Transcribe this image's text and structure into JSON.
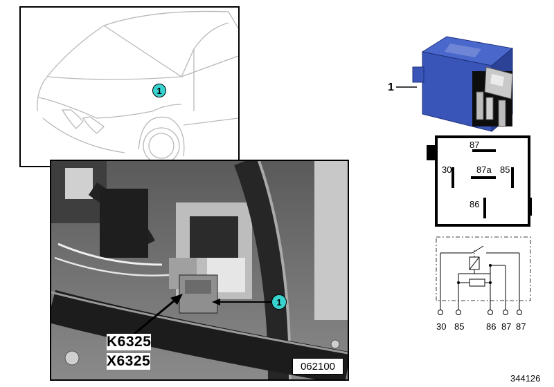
{
  "callouts": {
    "car_callout": "1",
    "photo_callout": "1",
    "part_callout": "1"
  },
  "photo": {
    "labels": [
      "K6325",
      "X6325"
    ],
    "code": "062100"
  },
  "relay_pinout": {
    "pins": {
      "p87": "87",
      "p30": "30",
      "p87a": "87a",
      "p85": "85",
      "p86": "86"
    }
  },
  "schematic": {
    "pins": [
      "30",
      "85",
      "86",
      "87",
      "87"
    ]
  },
  "image_id": "344126",
  "colors": {
    "callout": "#39d3cf",
    "relay_body": "#3a55b8"
  }
}
